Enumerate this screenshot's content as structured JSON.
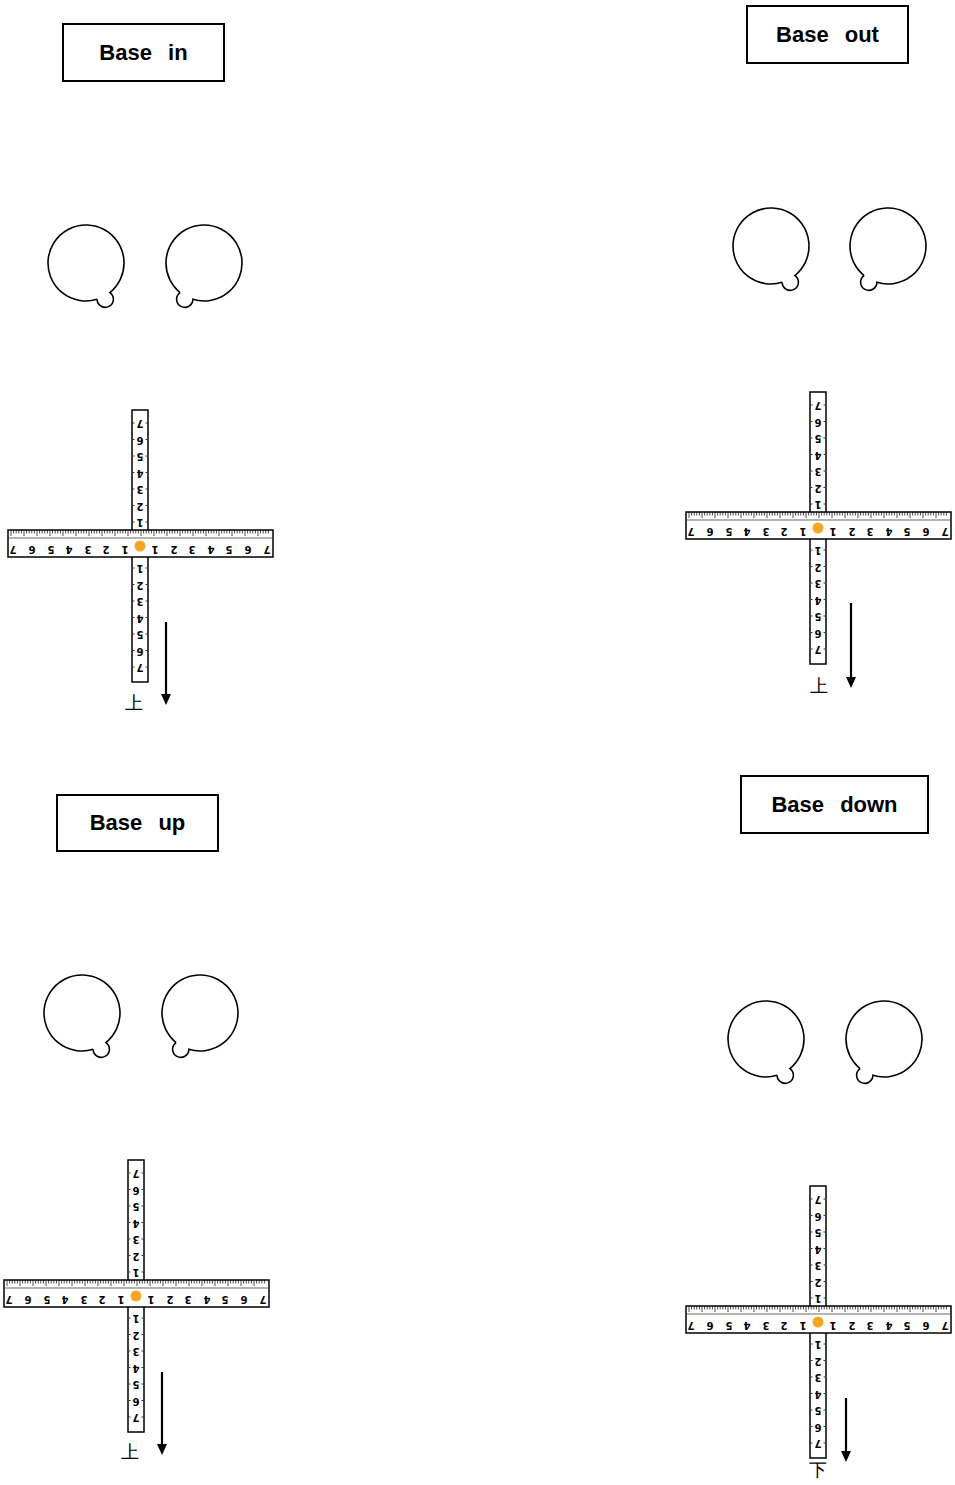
{
  "diagram": {
    "nodes": [
      {
        "text": [
          "Base in"
        ]
      },
      {
        "text": [
          "Base out"
        ]
      },
      {
        "text": [
          "Base up"
        ]
      },
      {
        "text": [
          "Base down"
        ]
      }
    ],
    "labels": [
      "7",
      "6",
      "5",
      "4",
      "3",
      "2",
      "1",
      "1",
      "2",
      "3",
      "4",
      "5",
      "6",
      "7",
      "7",
      "6",
      "5",
      "4",
      "3",
      "2",
      "1",
      "1",
      "2",
      "3",
      "4",
      "5",
      "6",
      "7",
      "上",
      "7",
      "6",
      "5",
      "4",
      "3",
      "2",
      "1",
      "1",
      "2",
      "3",
      "4",
      "5",
      "6",
      "7",
      "7",
      "6",
      "5",
      "4",
      "3",
      "2",
      "1",
      "1",
      "2",
      "3",
      "4",
      "5",
      "6",
      "7",
      "上",
      "7",
      "6",
      "5",
      "4",
      "3",
      "2",
      "1",
      "1",
      "2",
      "3",
      "4",
      "5",
      "6",
      "7",
      "7",
      "6",
      "5",
      "4",
      "3",
      "2",
      "1",
      "1",
      "2",
      "3",
      "4",
      "5",
      "6",
      "7",
      "上",
      "7",
      "6",
      "5",
      "4",
      "3",
      "2",
      "1",
      "1",
      "2",
      "3",
      "4",
      "5",
      "6",
      "7",
      "7",
      "6",
      "5",
      "4",
      "3",
      "2",
      "1",
      "1",
      "2",
      "3",
      "4",
      "5",
      "6",
      "7",
      "下"
    ]
  }
}
